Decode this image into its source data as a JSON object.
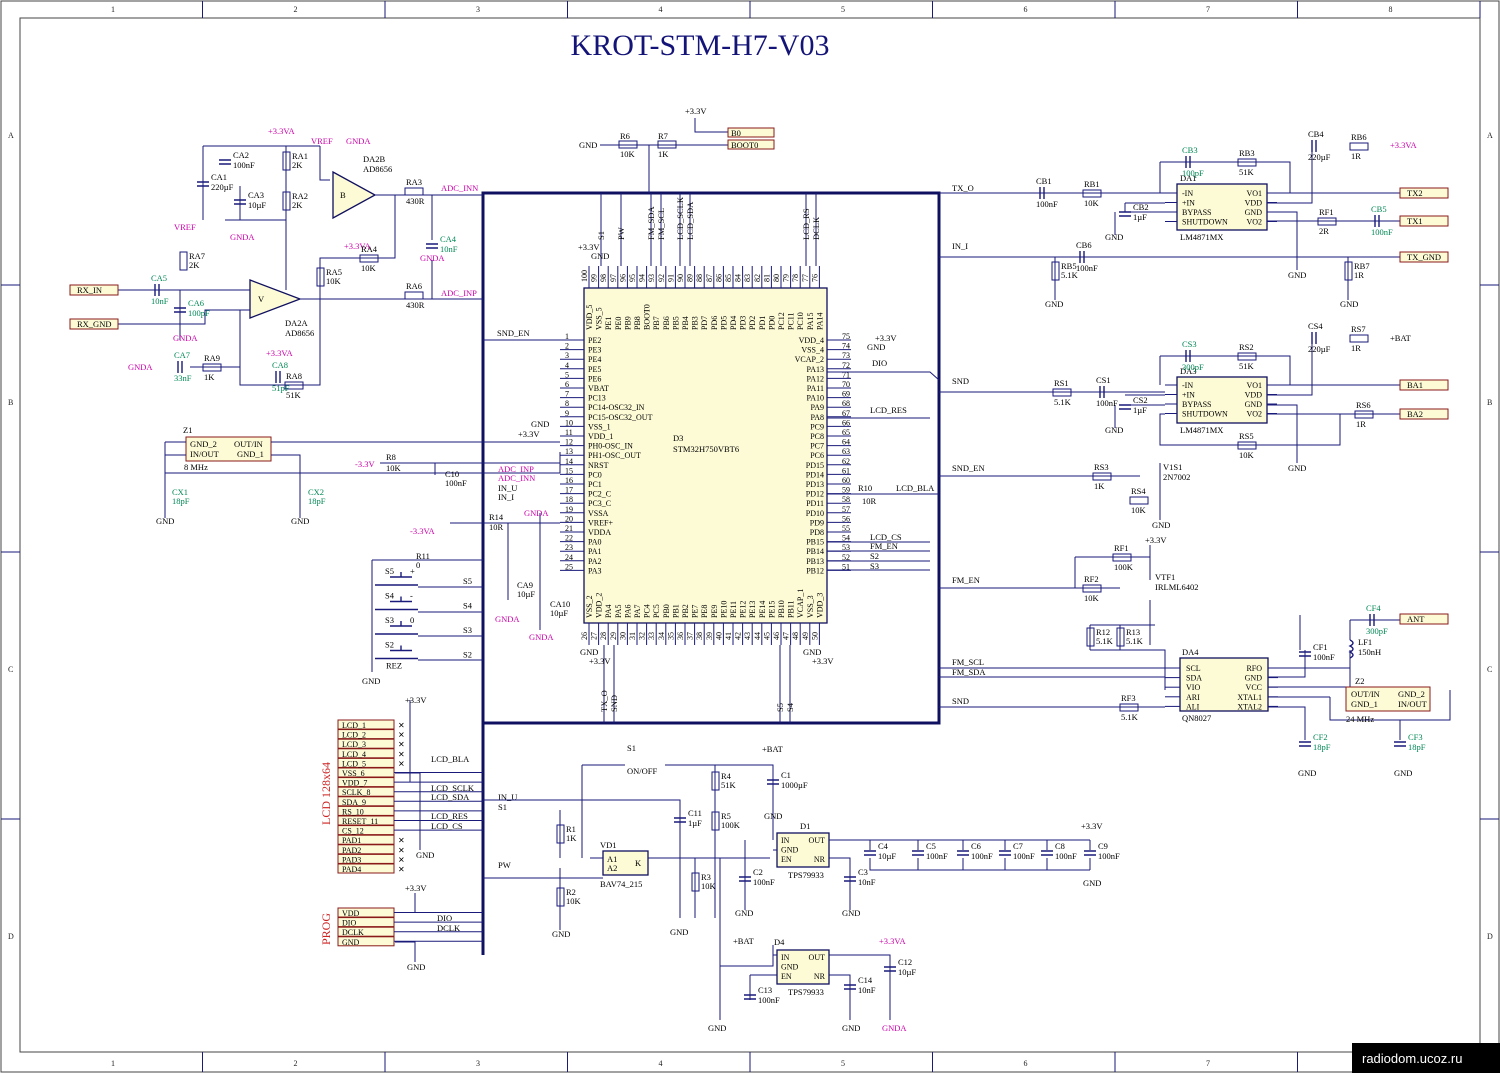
{
  "title": "KROT-STM-H7-V03",
  "watermark": "radiodom.ucoz.ru",
  "frame": {
    "cols": [
      "1",
      "2",
      "3",
      "4",
      "5",
      "6",
      "7",
      "8"
    ],
    "rows": [
      "A",
      "B",
      "C",
      "D"
    ]
  },
  "mcu": {
    "ref": "D3",
    "part": "STM32H750VBT6",
    "left_pins": [
      [
        "1",
        "PE2"
      ],
      [
        "2",
        "PE3"
      ],
      [
        "3",
        "PE4"
      ],
      [
        "4",
        "PE5"
      ],
      [
        "5",
        "PE6"
      ],
      [
        "6",
        "VBAT"
      ],
      [
        "7",
        "PC13"
      ],
      [
        "8",
        "PC14-OSC32_IN"
      ],
      [
        "9",
        "PC15-OSC32_OUT"
      ],
      [
        "10",
        "VSS_1"
      ],
      [
        "11",
        "VDD_1"
      ],
      [
        "12",
        "PH0-OSC_IN"
      ],
      [
        "13",
        "PH1-OSC_OUT"
      ],
      [
        "14",
        "NRST"
      ],
      [
        "15",
        "PC0"
      ],
      [
        "16",
        "PC1"
      ],
      [
        "17",
        "PC2_C"
      ],
      [
        "18",
        "PC3_C"
      ],
      [
        "19",
        "VSSA"
      ],
      [
        "20",
        "VREF+"
      ],
      [
        "21",
        "VDDA"
      ],
      [
        "22",
        "PA0"
      ],
      [
        "23",
        "PA1"
      ],
      [
        "24",
        "PA2"
      ],
      [
        "25",
        "PA3"
      ]
    ],
    "right_pins": [
      [
        "75",
        "VDD_4"
      ],
      [
        "74",
        "VSS_4"
      ],
      [
        "73",
        "VCAP_2"
      ],
      [
        "72",
        "PA13"
      ],
      [
        "71",
        "PA12"
      ],
      [
        "70",
        "PA11"
      ],
      [
        "69",
        "PA10"
      ],
      [
        "68",
        "PA9"
      ],
      [
        "67",
        "PA8"
      ],
      [
        "66",
        "PC9"
      ],
      [
        "65",
        "PC8"
      ],
      [
        "64",
        "PC7"
      ],
      [
        "63",
        "PC6"
      ],
      [
        "62",
        "PD15"
      ],
      [
        "61",
        "PD14"
      ],
      [
        "60",
        "PD13"
      ],
      [
        "59",
        "PD12"
      ],
      [
        "58",
        "PD11"
      ],
      [
        "57",
        "PD10"
      ],
      [
        "56",
        "PD9"
      ],
      [
        "55",
        "PD8"
      ],
      [
        "54",
        "PB15"
      ],
      [
        "53",
        "PB14"
      ],
      [
        "52",
        "PB13"
      ],
      [
        "51",
        "PB12"
      ]
    ],
    "top_pins": [
      [
        "100",
        "VDD_5"
      ],
      [
        "99",
        "VSS_5"
      ],
      [
        "98",
        "PE1"
      ],
      [
        "97",
        "PE0"
      ],
      [
        "96",
        "PB9"
      ],
      [
        "95",
        "PB8"
      ],
      [
        "94",
        "BOOT0"
      ],
      [
        "93",
        "PB7"
      ],
      [
        "92",
        "PB6"
      ],
      [
        "91",
        "PB5"
      ],
      [
        "90",
        "PB4"
      ],
      [
        "89",
        "PB3"
      ],
      [
        "88",
        "PD7"
      ],
      [
        "87",
        "PD6"
      ],
      [
        "86",
        "PD5"
      ],
      [
        "85",
        "PD4"
      ],
      [
        "84",
        "PD3"
      ],
      [
        "83",
        "PD2"
      ],
      [
        "82",
        "PD1"
      ],
      [
        "81",
        "PD0"
      ],
      [
        "80",
        "PC12"
      ],
      [
        "79",
        "PC11"
      ],
      [
        "78",
        "PC10"
      ],
      [
        "77",
        "PA15"
      ],
      [
        "76",
        "PA14"
      ]
    ],
    "bottom_pins": [
      [
        "26",
        "VSS_2"
      ],
      [
        "27",
        "VDD_2"
      ],
      [
        "28",
        "PA4"
      ],
      [
        "29",
        "PA5"
      ],
      [
        "30",
        "PA6"
      ],
      [
        "31",
        "PA7"
      ],
      [
        "32",
        "PC4"
      ],
      [
        "33",
        "PC5"
      ],
      [
        "34",
        "PB0"
      ],
      [
        "35",
        "PB1"
      ],
      [
        "36",
        "PB2"
      ],
      [
        "37",
        "PE7"
      ],
      [
        "38",
        "PE8"
      ],
      [
        "39",
        "PE9"
      ],
      [
        "40",
        "PE10"
      ],
      [
        "41",
        "PE11"
      ],
      [
        "42",
        "PE12"
      ],
      [
        "43",
        "PE13"
      ],
      [
        "44",
        "PE14"
      ],
      [
        "45",
        "PE15"
      ],
      [
        "46",
        "PB10"
      ],
      [
        "47",
        "PB11"
      ],
      [
        "48",
        "VCAP_1"
      ],
      [
        "49",
        "VSS_3"
      ],
      [
        "50",
        "VDD_3"
      ]
    ]
  },
  "nets": {
    "snd_en": "SND_EN",
    "adc_inn": "ADC_INN",
    "adc_inp": "ADC_INP",
    "in_u": "IN_U",
    "in_i": "IN_I",
    "tx_o": "TX_O",
    "snd": "SND",
    "fm_en": "FM_EN",
    "fm_scl": "FM_SCL",
    "fm_sda": "FM_SDA",
    "lcd_bla": "LCD_BLA",
    "lcd_res": "LCD_RES",
    "lcd_cs": "LCD_CS",
    "lcd_sclk": "LCD_SCLK",
    "lcd_sda": "LCD_SDA",
    "dio": "DIO",
    "dclk": "DCLK",
    "pw": "PW",
    "s1": "S1",
    "s2": "S2",
    "s3": "S3",
    "s4": "S4",
    "s5": "S5",
    "rx_in": "RX_IN",
    "rx_gnd": "RX_GND",
    "tx1": "TX1",
    "tx2": "TX2",
    "tx_gnd": "TX_GND",
    "ba1": "BA1",
    "ba2": "BA2",
    "ant": "ANT",
    "b0": "B0",
    "boot0": "BOOT0",
    "top_nets": [
      "S1",
      "PW",
      "FM_SDA",
      "FM_SCL",
      "LCD_SCLK",
      "LCD_SDA",
      "LCD_RS",
      "DCLK"
    ],
    "bottom_nets": [
      "TX_O",
      "SND",
      "S5",
      "S4"
    ]
  },
  "power": {
    "v33": "+3.3V",
    "v33a": "+3.3VA",
    "bat": "+BAT",
    "gnd": "GND",
    "gnda": "GNDA",
    "vref": "VREF",
    "v33_alt": "-3.3V",
    "v33a_alt": "-3.3VA"
  },
  "lcd": {
    "caption": "LCD 128x64",
    "pins": [
      "LCD_1",
      "LCD_2",
      "LCD_3",
      "LCD_4",
      "LCD_5",
      "VSS_6",
      "VDD_7",
      "SCLK_8",
      "SDA_9",
      "RS_10",
      "RESET_11",
      "CS_12",
      "PAD1",
      "PAD2",
      "PAD3",
      "PAD4"
    ]
  },
  "prog": {
    "caption": "PROG",
    "pins": [
      "VDD",
      "DIO",
      "DCLK",
      "GND"
    ]
  },
  "buttons": [
    {
      "ref": "S5",
      "mark": "+",
      "net": "S5"
    },
    {
      "ref": "S4",
      "mark": "-",
      "net": "S4"
    },
    {
      "ref": "S3",
      "mark": "0",
      "net": "S3"
    },
    {
      "ref": "S2",
      "mark": "REZ",
      "net": "S2"
    }
  ],
  "analog": {
    "da2a": "DA2A",
    "da2b": "DA2B",
    "opamp": "AD8656",
    "parts": [
      "CA1",
      "220µF",
      "CA2",
      "100nF",
      "CA3",
      "10µF",
      "RA1",
      "2K",
      "RA2",
      "2K",
      "RA3",
      "430R",
      "RA4",
      "10K",
      "RA5",
      "10K",
      "RA6",
      "430R",
      "RA7",
      "2K",
      "RA8",
      "51K",
      "RA9",
      "1K",
      "CA4",
      "10nF",
      "CA5",
      "10nF",
      "CA6",
      "100pF",
      "CA7",
      "33nF",
      "CA8",
      "51pF"
    ]
  },
  "crystal_z1": {
    "ref": "Z1",
    "freq": "8 MHz",
    "p1": "GND_2",
    "p2": "IN/OUT",
    "p3": "OUT/IN",
    "p4": "GND_1",
    "cx1": "CX1",
    "cx1v": "18pF",
    "cx2": "CX2",
    "cx2v": "18pF"
  },
  "amp1": {
    "ref": "DA1",
    "part": "LM4871MX",
    "pins_l": [
      "-IN",
      "+IN",
      "BYPASS",
      "SHUTDOWN"
    ],
    "pins_r": [
      "VO1",
      "VDD",
      "GND",
      "VO2"
    ]
  },
  "amp3": {
    "ref": "DA3",
    "part": "LM4871MX",
    "pins_l": [
      "-IN",
      "+IN",
      "BYPASS",
      "SHUTDOWN"
    ],
    "pins_r": [
      "VO1",
      "VDD",
      "GND",
      "VO2"
    ]
  },
  "radio": {
    "ref": "DA4",
    "part": "QN8027",
    "pins_l": [
      "SCL",
      "SDA",
      "VIO",
      "ARI",
      "ALI"
    ],
    "pins_r": [
      "RFO",
      "GND",
      "VCC",
      "XTAL1",
      "XTAL2"
    ]
  },
  "crystal_z2": {
    "ref": "Z2",
    "freq": "24 MHz",
    "p1": "OUT/IN",
    "p2": "GND_2",
    "p3": "GND_1",
    "p4": "IN/OUT"
  },
  "reg1": {
    "ref": "D1",
    "part": "TPS79933",
    "pins_l": [
      "IN",
      "GND",
      "EN"
    ],
    "pins_r": [
      "OUT",
      "NR"
    ]
  },
  "reg2": {
    "ref": "D4",
    "part": "TPS79933",
    "pins_l": [
      "IN",
      "GND",
      "EN"
    ],
    "pins_r": [
      "OUT",
      "NR"
    ]
  },
  "diode": {
    "ref": "VD1",
    "part": "BAV74_215",
    "a1": "A1",
    "a2": "A2",
    "k": "K"
  },
  "switch": {
    "ref": "S1",
    "label": "ON/OFF"
  },
  "fets": {
    "v1": "V1S1",
    "v1p": "2N7002",
    "vt": "VTF1",
    "vtp": "IRLML6402"
  },
  "parts": {
    "r6": "R6",
    "r6v": "10K",
    "r7": "R7",
    "r7v": "1K",
    "r8": "R8",
    "r8v": "10K",
    "r10": "R10",
    "r10v": "10R",
    "r11": "R11",
    "r11v": "0",
    "r14": "R14",
    "r14v": "10R",
    "c10": "C10",
    "c10v": "100nF",
    "ca9": "CA9",
    "ca9v": "10µF",
    "ca10": "CA10",
    "ca10v": "10µF",
    "cb1": "CB1",
    "cb1v": "100nF",
    "rb1": "RB1",
    "rb1v": "10K",
    "cb2": "CB2",
    "cb2v": "1µF",
    "cb3": "CB3",
    "cb3v": "100pF",
    "rb3": "RB3",
    "rb3v": "51K",
    "cb4": "CB4",
    "cb4v": "220µF",
    "rb6": "RB6",
    "rb6v": "1R",
    "rf1b": "RF1",
    "rf1bv": "2R",
    "cb5": "CB5",
    "cb5v": "100nF",
    "cb6": "CB6",
    "cb6v": "100nF",
    "rb5": "RB5",
    "rb5v": "5.1K",
    "rb7": "RB7",
    "rb7v": "1R",
    "rs1": "RS1",
    "rs1v": "5.1K",
    "cs1": "CS1",
    "cs1v": "100nF",
    "cs2": "CS2",
    "cs2v": "1µF",
    "cs3": "CS3",
    "cs3v": "300pF",
    "rs2": "RS2",
    "rs2v": "51K",
    "cs4": "CS4",
    "cs4v": "220µF",
    "rs7": "RS7",
    "rs7v": "1R",
    "rs6": "RS6",
    "rs6v": "1R",
    "rs5": "RS5",
    "rs5v": "10K",
    "rs3": "RS3",
    "rs3v": "1K",
    "rs4": "RS4",
    "rs4v": "10K",
    "rf1": "RF1",
    "rf1v": "100K",
    "rf2": "RF2",
    "rf2v": "10K",
    "r12": "R12",
    "r12v": "5.1K",
    "r13": "R13",
    "r13v": "5.1K",
    "rf3": "RF3",
    "rf3v": "5.1K",
    "cf4": "CF4",
    "cf4v": "300pF",
    "cf1": "CF1",
    "cf1v": "100nF",
    "lf1": "LF1",
    "lf1v": "150nH",
    "cf2": "CF2",
    "cf2v": "18pF",
    "cf3": "CF3",
    "cf3v": "18pF",
    "r1": "R1",
    "r1v": "1K",
    "r2": "R2",
    "r2v": "10K",
    "r3": "R3",
    "r3v": "10K",
    "r4": "R4",
    "r4v": "51K",
    "r5": "R5",
    "r5v": "100K",
    "c1": "C1",
    "c1v": "1000µF",
    "c11": "C11",
    "c11v": "1µF",
    "c2": "C2",
    "c2v": "100nF",
    "c3": "C3",
    "c3v": "10nF",
    "c4": "C4",
    "c4v": "10µF",
    "c5": "C5",
    "c5v": "100nF",
    "c6": "C6",
    "c6v": "100nF",
    "c7": "C7",
    "c7v": "100nF",
    "c8": "C8",
    "c8v": "100nF",
    "c9": "C9",
    "c9v": "100nF",
    "c12": "C12",
    "c12v": "10µF",
    "c13": "C13",
    "c13v": "100nF",
    "c14": "C14",
    "c14v": "10nF"
  }
}
